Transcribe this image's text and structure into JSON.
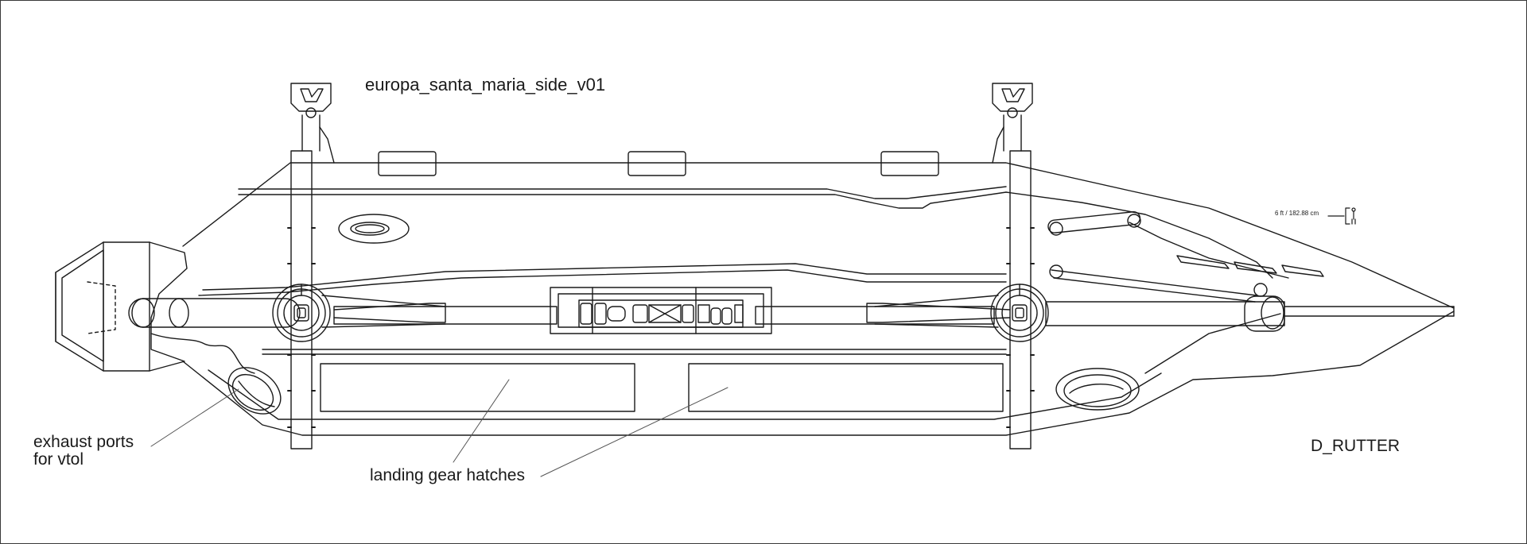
{
  "drawing": {
    "title": "europa_santa_maria_side_v01",
    "author": "D_RUTTER",
    "scale_note": "6 ft / 182.88 cm",
    "callouts": [
      {
        "id": "exhaust",
        "text_line1": "exhaust ports",
        "text_line2": "for vtol"
      },
      {
        "id": "landing",
        "text": "landing gear hatches"
      }
    ]
  },
  "colors": {
    "line": "#1a1a1a",
    "leader": "#555555",
    "background": "#ffffff"
  }
}
